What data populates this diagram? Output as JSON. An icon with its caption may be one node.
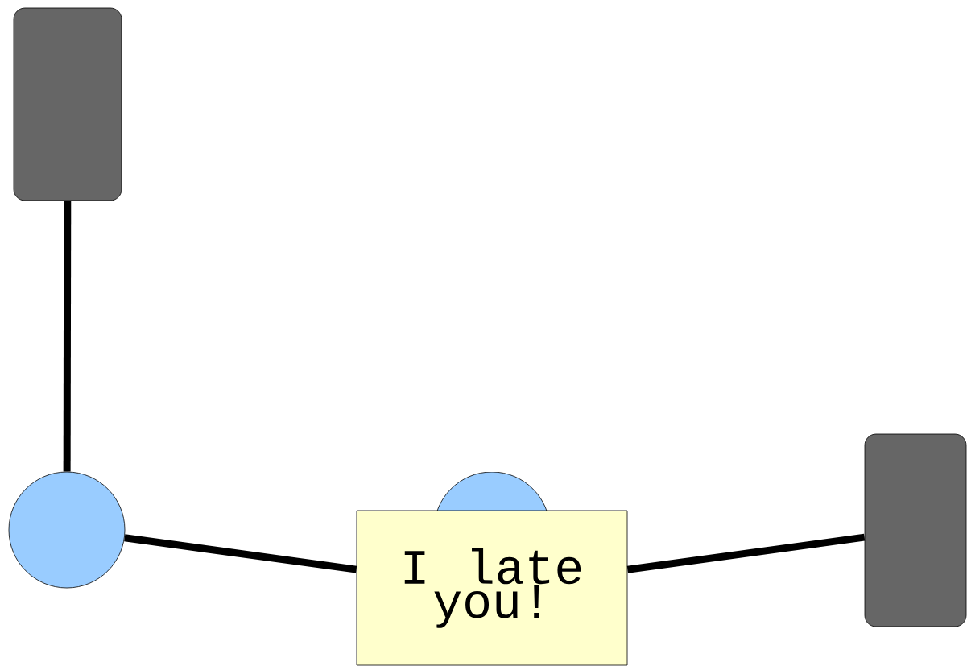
{
  "diagram": {
    "nodes": [
      {
        "text": [],
        "shape": "box"
      },
      {
        "text": [],
        "shape": "circle"
      },
      {
        "text": [],
        "shape": "circle"
      },
      {
        "text": [],
        "shape": "box"
      },
      {
        "text": [
          "I late you!"
        ]
      }
    ],
    "edges": [
      {
        "from": 0,
        "to": 1,
        "arrow": "none"
      },
      {
        "from": 1,
        "to": 4,
        "arrow": "none"
      },
      {
        "from": 4,
        "to": 3,
        "arrow": "none"
      }
    ]
  }
}
